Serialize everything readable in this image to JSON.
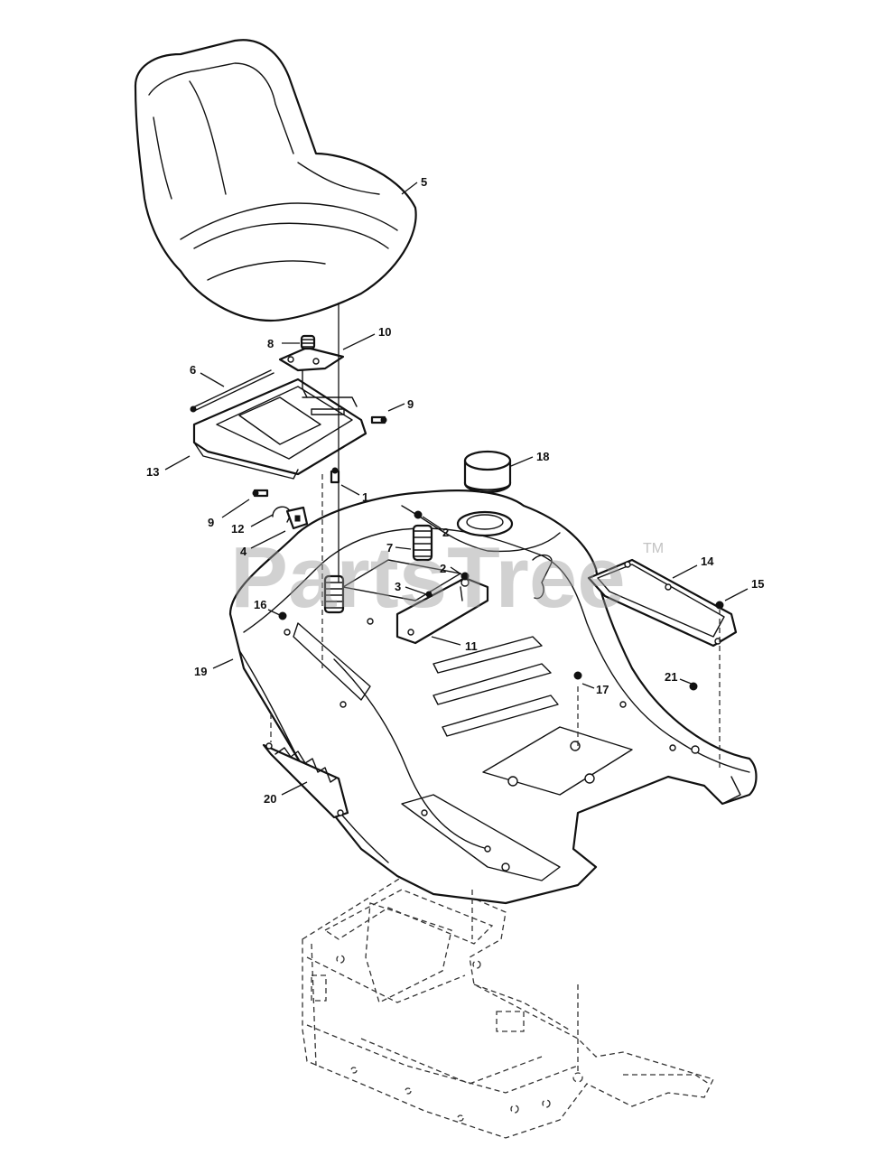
{
  "watermark": {
    "text": "PartsTree",
    "trademark": "TM"
  },
  "callouts": {
    "c1": "1",
    "c2a": "2",
    "c2b": "2",
    "c3": "3",
    "c4": "4",
    "c5": "5",
    "c6": "6",
    "c7": "7",
    "c8": "8",
    "c9a": "9",
    "c9b": "9",
    "c10": "10",
    "c11": "11",
    "c12": "12",
    "c13": "13",
    "c14": "14",
    "c15": "15",
    "c16": "16",
    "c17": "17",
    "c18": "18",
    "c19": "19",
    "c20": "20",
    "c21": "21"
  },
  "colors": {
    "line": "#111111",
    "watermark": "#9a9a9a",
    "background": "#ffffff"
  }
}
